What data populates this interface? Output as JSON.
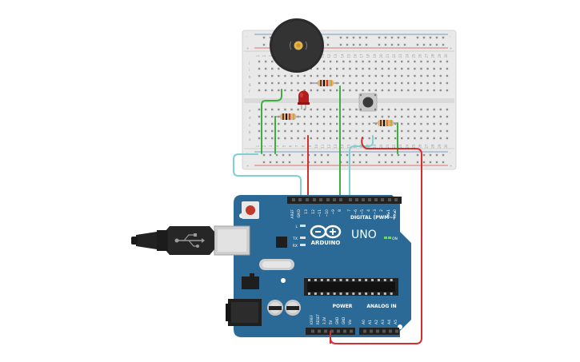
{
  "board": {
    "brand": "ARDUINO",
    "model": "UNO",
    "digital_header_label": "DIGITAL (PWM~)",
    "power_header_label": "POWER",
    "analog_header_label": "ANALOG IN",
    "on_label": "ON",
    "led_labels": {
      "l": "L",
      "tx": "TX",
      "rx": "RX"
    },
    "digital_pins": [
      "AREF",
      "GND",
      "13",
      "12",
      "~11",
      "~10",
      "~9",
      "8",
      "7",
      "~6",
      "~5",
      "4",
      "~3",
      "2",
      "TX▸1",
      "RX◂0"
    ],
    "power_pins": [
      "IOREF",
      "RESET",
      "3.3V",
      "5V",
      "GND",
      "GND",
      "Vin"
    ],
    "analog_pins": [
      "A0",
      "A1",
      "A2",
      "A3",
      "A4",
      "A5"
    ]
  },
  "breadboard": {
    "column_numbers": [
      "1",
      "2",
      "3",
      "4",
      "5",
      "6",
      "7",
      "8",
      "9",
      "10",
      "11",
      "12",
      "13",
      "14",
      "15",
      "16",
      "17",
      "18",
      "19",
      "20",
      "21",
      "22",
      "23",
      "24",
      "25",
      "26",
      "27",
      "28",
      "29",
      "30"
    ],
    "row_letters_top": [
      "j",
      "i",
      "h",
      "g",
      "f"
    ],
    "row_letters_bottom": [
      "e",
      "d",
      "c",
      "b",
      "a"
    ],
    "rail_minus": "-",
    "rail_plus": "+"
  },
  "colors": {
    "board_blue": "#2b6a96",
    "breadboard": "#e9e9e9",
    "wire_red": "#d32f2f",
    "wire_green": "#3fae3f",
    "wire_cyan": "#7fcfd3",
    "led_red": "#b51c1c"
  },
  "icons": {
    "usb_connector": "usb-plug-icon",
    "buzzer": "piezo-buzzer-icon",
    "push_button": "push-button-icon",
    "arduino_logo": "infinity-logo-icon"
  }
}
